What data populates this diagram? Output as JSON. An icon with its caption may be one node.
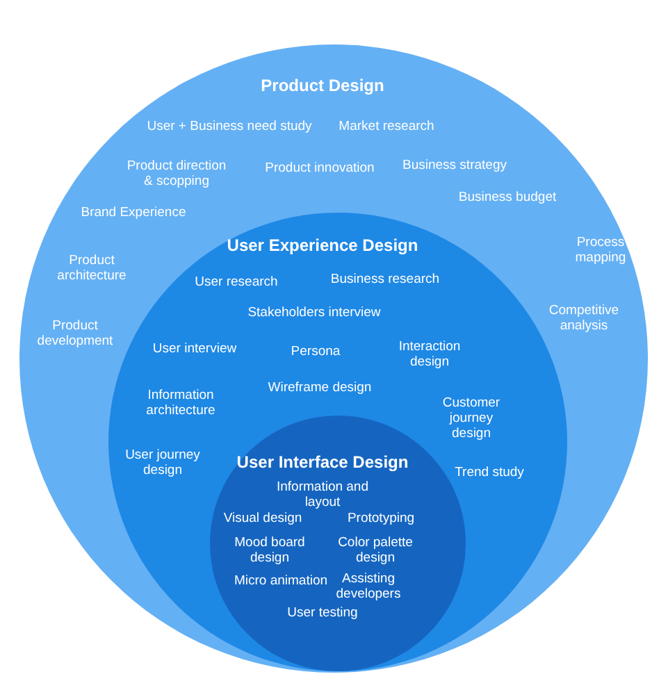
{
  "diagram": {
    "nodes": [
      {
        "text": [
          "Product Design",
          "User + Business need study",
          "Market research",
          "Product direction & scopping",
          "Product innovation",
          "Business strategy",
          "Business budget",
          "Brand Experience",
          "Process mapping",
          "Product architecture",
          "Competitive analysis",
          "Product development"
        ]
      },
      {
        "text": [
          "User Experience Design",
          "User research",
          "Business research",
          "Stakeholders interview",
          "User interview",
          "Persona",
          "Interaction design",
          "Wireframe design",
          "Information architecture",
          "Customer journey design",
          "User journey design",
          "Trend study"
        ],
        "in": 0
      },
      {
        "text": [
          "User Interface Design",
          "Information and layout",
          "Visual design",
          "Prototyping",
          "Mood board design",
          "Color palette design",
          "Micro animation",
          "Assisting developers",
          "User testing"
        ],
        "in": 1
      }
    ]
  }
}
